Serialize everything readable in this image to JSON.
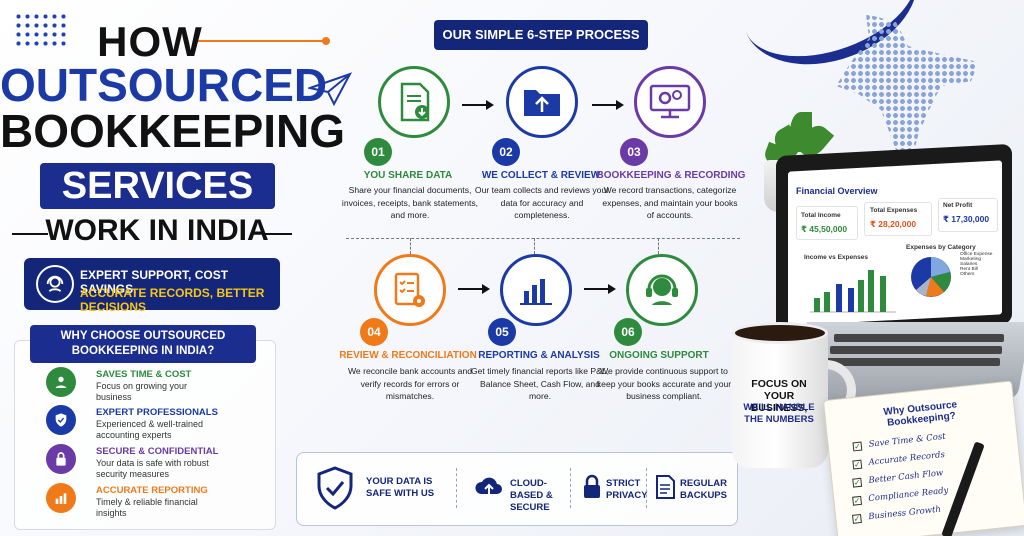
{
  "title": {
    "line1": "HOW",
    "line2": "OUTSOURCED",
    "line3": "BOOKKEEPING",
    "line4": "SERVICES",
    "line5": "WORK IN INDIA"
  },
  "expert_banner": {
    "line1": "EXPERT SUPPORT, COST SAVINGS,",
    "line2": "ACCURATE RECORDS, BETTER DECISIONS"
  },
  "why_choose": {
    "heading_line1": "WHY CHOOSE OUTSOURCED",
    "heading_line2": "BOOKKEEPING IN INDIA?",
    "items": [
      {
        "title": "SAVES TIME & COST",
        "desc": "Focus on growing your business",
        "color": "#2e8b3d",
        "icon": "person-clock-icon"
      },
      {
        "title": "EXPERT PROFESSIONALS",
        "desc": "Experienced & well-trained accounting experts",
        "color": "#1b3aa6",
        "icon": "shield-check-icon"
      },
      {
        "title": "SECURE & CONFIDENTIAL",
        "desc": "Your data is safe with robust security measures",
        "color": "#6a3aa6",
        "icon": "lock-icon"
      },
      {
        "title": "ACCURATE REPORTING",
        "desc": "Timely & reliable financial insights",
        "color": "#f07a1a",
        "icon": "bar-chart-icon"
      }
    ]
  },
  "process": {
    "heading": "OUR SIMPLE 6-STEP PROCESS",
    "steps": [
      {
        "num": "01",
        "title": "YOU SHARE DATA",
        "desc": "Share your financial documents, invoices, receipts, bank statements, and more.",
        "color": "#2e8b3d",
        "icon": "document-download-icon"
      },
      {
        "num": "02",
        "title": "WE COLLECT & REVIEW",
        "desc": "Our team collects and reviews your data for accuracy and completeness.",
        "color": "#1b3aa6",
        "icon": "folder-upload-icon"
      },
      {
        "num": "03",
        "title": "BOOKKEEPING & RECORDING",
        "desc": "We record transactions, categorize expenses, and maintain your books of accounts.",
        "color": "#6a3aa6",
        "icon": "monitor-gears-icon"
      },
      {
        "num": "04",
        "title": "REVIEW & RECONCILIATION",
        "desc": "We reconcile bank accounts and verify records for errors or mismatches.",
        "color": "#f07a1a",
        "icon": "checklist-gear-icon"
      },
      {
        "num": "05",
        "title": "REPORTING & ANALYSIS",
        "desc": "Get timely financial reports like P&L, Balance Sheet, Cash Flow, and more.",
        "color": "#1b3aa6",
        "icon": "bar-chart-icon"
      },
      {
        "num": "06",
        "title": "ONGOING SUPPORT",
        "desc": "We provide continuous support to keep your books accurate and your business compliant.",
        "color": "#2e8b3d",
        "icon": "headset-icon"
      }
    ]
  },
  "security": {
    "main": "YOUR DATA IS SAFE WITH US",
    "cloud": "CLOUD-BASED & SECURE",
    "privacy": "STRICT PRIVACY",
    "backups": "REGULAR BACKUPS"
  },
  "dashboard": {
    "title": "Financial Overview",
    "cards": [
      {
        "label": "Total Income",
        "value": "₹ 45,50,000",
        "color": "#2e8b3d"
      },
      {
        "label": "Total Expenses",
        "value": "₹ 28,20,000",
        "color": "#e0521a"
      },
      {
        "label": "Net Profit",
        "value": "₹ 17,30,000",
        "color": "#1b3aa6"
      }
    ],
    "bar_chart_title": "Income vs Expenses",
    "pie_chart_title": "Expenses by Category",
    "legend": [
      "Office Expense",
      "Marketing",
      "Salaries",
      "Rent Bill",
      "Others"
    ],
    "colors": [
      "#1b3aa6",
      "#2e8b3d",
      "#7fa8e0",
      "#f07a1a",
      "#aab4c8"
    ]
  },
  "mug": {
    "line1": "FOCUS ON YOUR BUSINESS,",
    "line2": "WE'LL HANDLE THE NUMBERS"
  },
  "notepad": {
    "title": "Why Outsource Bookkeeping?",
    "items": [
      "Save Time & Cost",
      "Accurate Records",
      "Better Cash Flow",
      "Compliance Ready",
      "Business Growth"
    ]
  }
}
